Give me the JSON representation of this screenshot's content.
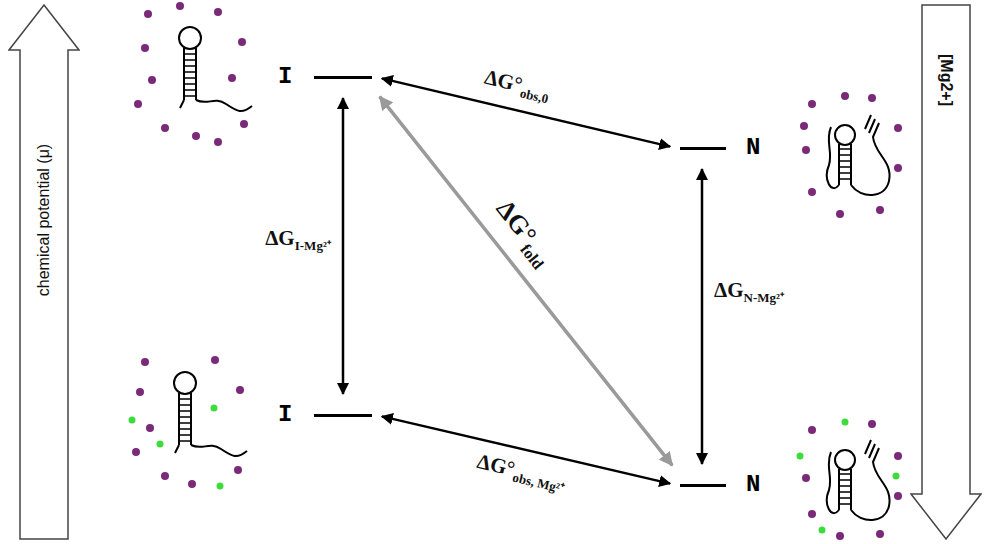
{
  "diagram": {
    "nodes": [
      {
        "text": [
          "chemical potential (μ)"
        ]
      },
      {
        "text": [
          "I"
        ]
      },
      {
        "text": [
          "N"
        ]
      },
      {
        "text": [
          "I"
        ]
      },
      {
        "text": [
          "N"
        ]
      },
      {
        "text": [
          "[Mg2+]"
        ]
      }
    ],
    "edges": [
      {
        "from": 1,
        "to": 2,
        "arrow": "both",
        "label": "ΔG°obs,0"
      },
      {
        "from": 1,
        "to": 3,
        "arrow": "both",
        "label": "ΔGI-Mg²⁺"
      },
      {
        "from": 1,
        "to": 4,
        "arrow": "both",
        "label": "ΔG°fold"
      },
      {
        "from": 2,
        "to": 4,
        "arrow": "both",
        "label": "ΔGN-Mg²⁺"
      },
      {
        "from": 3,
        "to": 4,
        "arrow": "both",
        "label": "ΔG°obs, Mg²⁺"
      }
    ]
  }
}
